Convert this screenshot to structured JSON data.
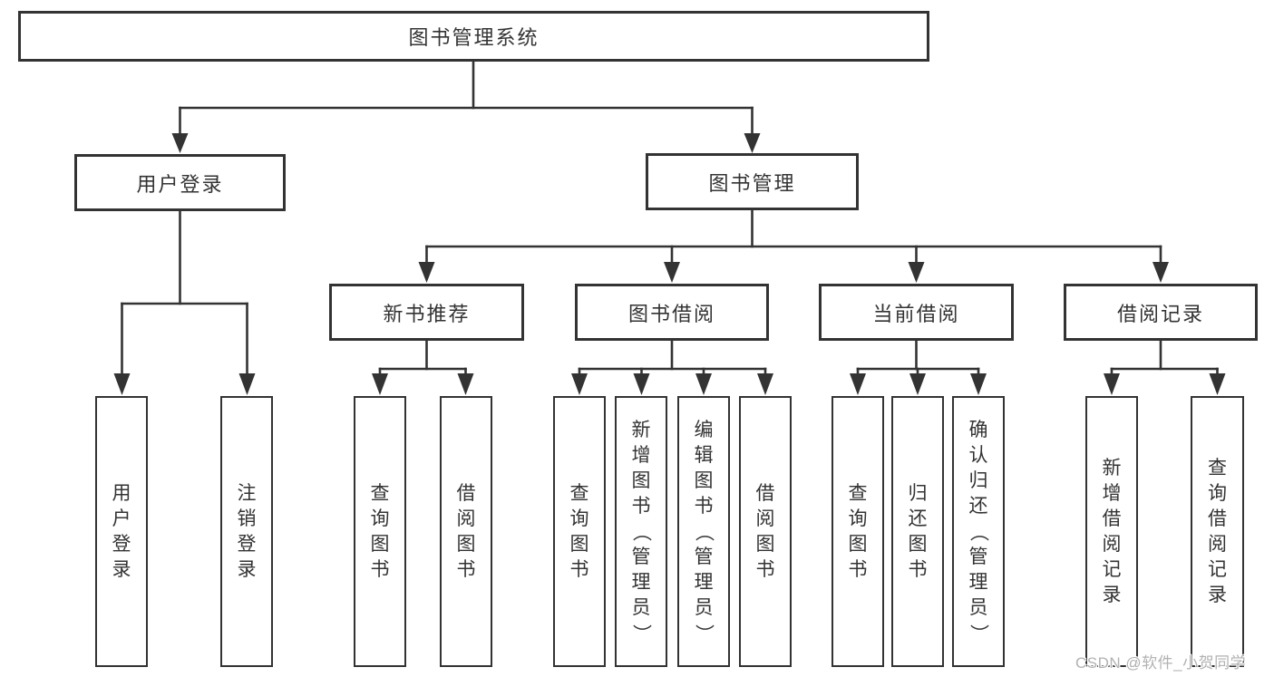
{
  "diagram_title": "图书管理系统",
  "tree": {
    "root": {
      "label": "图书管理系统",
      "children": [
        {
          "label": "用户登录",
          "children": [
            {
              "label": "用户登录"
            },
            {
              "label": "注销登录"
            }
          ]
        },
        {
          "label": "图书管理",
          "children": [
            {
              "label": "新书推荐",
              "children": [
                {
                  "label": "查询图书"
                },
                {
                  "label": "借阅图书"
                }
              ]
            },
            {
              "label": "图书借阅",
              "children": [
                {
                  "label": "查询图书"
                },
                {
                  "label": "新增图书（管理员）"
                },
                {
                  "label": "编辑图书（管理员）"
                },
                {
                  "label": "借阅图书"
                }
              ]
            },
            {
              "label": "当前借阅",
              "children": [
                {
                  "label": "查询图书"
                },
                {
                  "label": "归还图书"
                },
                {
                  "label": "确认归还（管理员）"
                }
              ]
            },
            {
              "label": "借阅记录",
              "children": [
                {
                  "label": "新增借阅记录"
                },
                {
                  "label": "查询借阅记录"
                }
              ]
            }
          ]
        }
      ]
    }
  },
  "watermark": {
    "text": "CSDN @软件_小贺同学"
  },
  "colors": {
    "line": "#333333",
    "box_border": "#333333",
    "text": "#333333",
    "background": "#ffffff",
    "watermark": "#b2b2b2"
  }
}
